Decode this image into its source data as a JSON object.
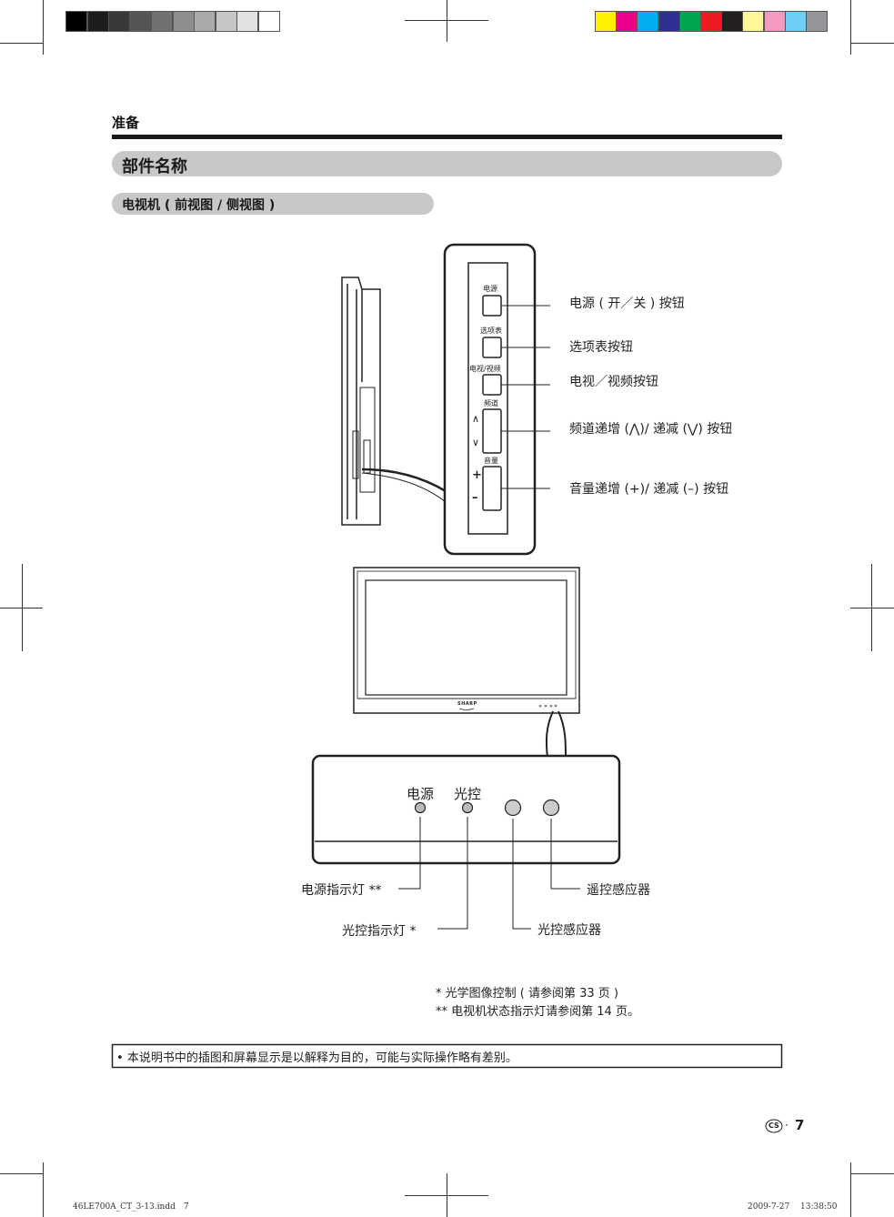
{
  "color_bar": {
    "grayscale": [
      "#000000",
      "#1c1c1c",
      "#383838",
      "#555555",
      "#717171",
      "#8d8d8d",
      "#aaaaaa",
      "#c6c6c6",
      "#e2e2e2",
      "#ffffff"
    ],
    "colors": [
      "#fff200",
      "#ec008c",
      "#00aeef",
      "#2e3192",
      "#00a651",
      "#ed1c24",
      "#231f20",
      "#fff799",
      "#f49ac1",
      "#6dcff6",
      "#939598"
    ]
  },
  "header": {
    "section": "准备"
  },
  "title": "部件名称",
  "subtitle": "电视机 ( 前视图 / 侧视图 )",
  "panel_labels": {
    "power": "电源",
    "menu": "选项表",
    "tv_video": "电视/视频",
    "channel": "频道",
    "volume": "音量",
    "up": "∧",
    "down": "∨",
    "plus": "+",
    "minus": "–"
  },
  "callouts": {
    "power_button": "电源 ( 开／关 ) 按钮",
    "menu_button": "选项表按钮",
    "tv_video_button": "电视／视频按钮",
    "channel_button": "频道递增 (⋀)/ 递减 (⋁) 按钮",
    "volume_button": "音量递增 (+)/ 递减 (–) 按钮"
  },
  "tv_brand": "SHARP",
  "front_panel": {
    "power_label": "电源",
    "opc_label": "光控"
  },
  "indicators": {
    "power_indicator": "电源指示灯 **",
    "opc_indicator": "光控指示灯 *",
    "opc_sensor": "光控感应器",
    "remote_sensor": "遥控感应器"
  },
  "notes": {
    "note1": "* 光学图像控制 ( 请参阅第 33 页 )",
    "note2": "** 电视机状态指示灯请参阅第 14 页。"
  },
  "disclaimer": "本说明书中的插图和屏幕显示是以解释为目的，可能与实际操作略有差别。",
  "page": {
    "lang_badge": "CS",
    "separator": "·",
    "number": "7"
  },
  "footer": {
    "file": "46LE700A_CT_3-13.indd　7",
    "timestamp": "2009-7-27　 13:38:50"
  }
}
